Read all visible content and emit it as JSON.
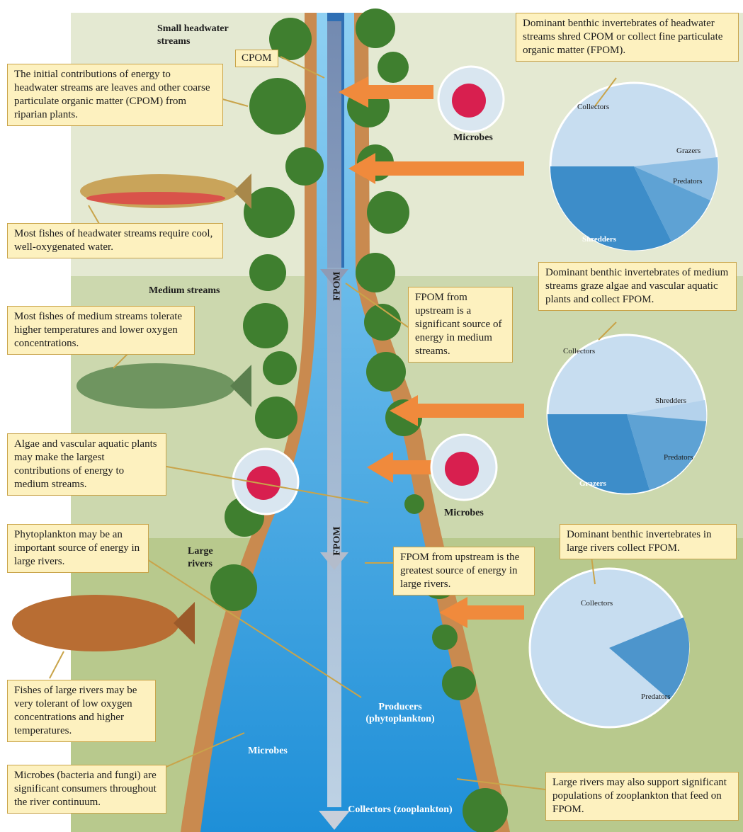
{
  "zones": {
    "headwater": "Small headwater streams",
    "medium": "Medium streams",
    "large": "Large rivers"
  },
  "labels": {
    "cpom": "CPOM",
    "fpom_1": "FPOM",
    "fpom_2": "FPOM",
    "microbes_1": "Microbes",
    "microbes_2": "Microbes",
    "microbes_3": "Microbes",
    "producers": "Producers (phytoplankton)",
    "collectors_zoo": "Collectors (zooplankton)"
  },
  "pies": {
    "headwater": {
      "collectors": "Collectors",
      "grazers": "Grazers",
      "predators": "Predators",
      "shredders": "Shredders"
    },
    "medium": {
      "collectors": "Collectors",
      "shredders": "Shredders",
      "predators": "Predators",
      "grazers": "Grazers"
    },
    "large": {
      "collectors": "Collectors",
      "predators": "Predators"
    }
  },
  "callouts": {
    "initial_energy": "The initial contributions of energy to headwater streams are leaves and other coarse particulate organic matter (CPOM) from riparian plants.",
    "headwater_fish": "Most fishes of headwater streams require cool, well-oxygenated water.",
    "headwater_inverts": "Dominant benthic invertebrates of headwater streams shred CPOM or collect fine particulate organic matter (FPOM).",
    "medium_fish": "Most fishes of medium streams tolerate higher temperatures and lower oxygen concentrations.",
    "fpom_medium": "FPOM from upstream is a significant source of energy in medium streams.",
    "medium_inverts": "Dominant benthic invertebrates of medium streams graze algae and vascular aquatic plants and collect FPOM.",
    "algae": "Algae and vascular aquatic plants may make the largest contributions of energy to medium streams.",
    "phytoplankton": "Phytoplankton may be an important source of energy in  large rivers.",
    "fpom_large": "FPOM from upstream is the greatest source of energy in large rivers.",
    "large_inverts": "Dominant benthic invertebrates in large rivers collect FPOM.",
    "large_fish": "Fishes of large rivers may be very tolerant of low oxygen concentrations and higher temperatures.",
    "microbes": "Microbes (bacteria and fungi) are significant consumers throughout the river continuum.",
    "zooplankton": "Large rivers may also support significant populations of zooplankton that feed on FPOM."
  },
  "colors": {
    "bg_headwater": "#e4e9d2",
    "bg_medium": "#ccd8ae",
    "bg_large": "#b8c98d",
    "water_light": "#6ec2ec",
    "water_dark": "#1f8fd6",
    "bank": "#c98a4f",
    "arrow": "#f08a3c",
    "callout_fill": "#fdf1bf",
    "pie_light": "#c7ddf0",
    "pie_dark": "#3d8dc9"
  }
}
